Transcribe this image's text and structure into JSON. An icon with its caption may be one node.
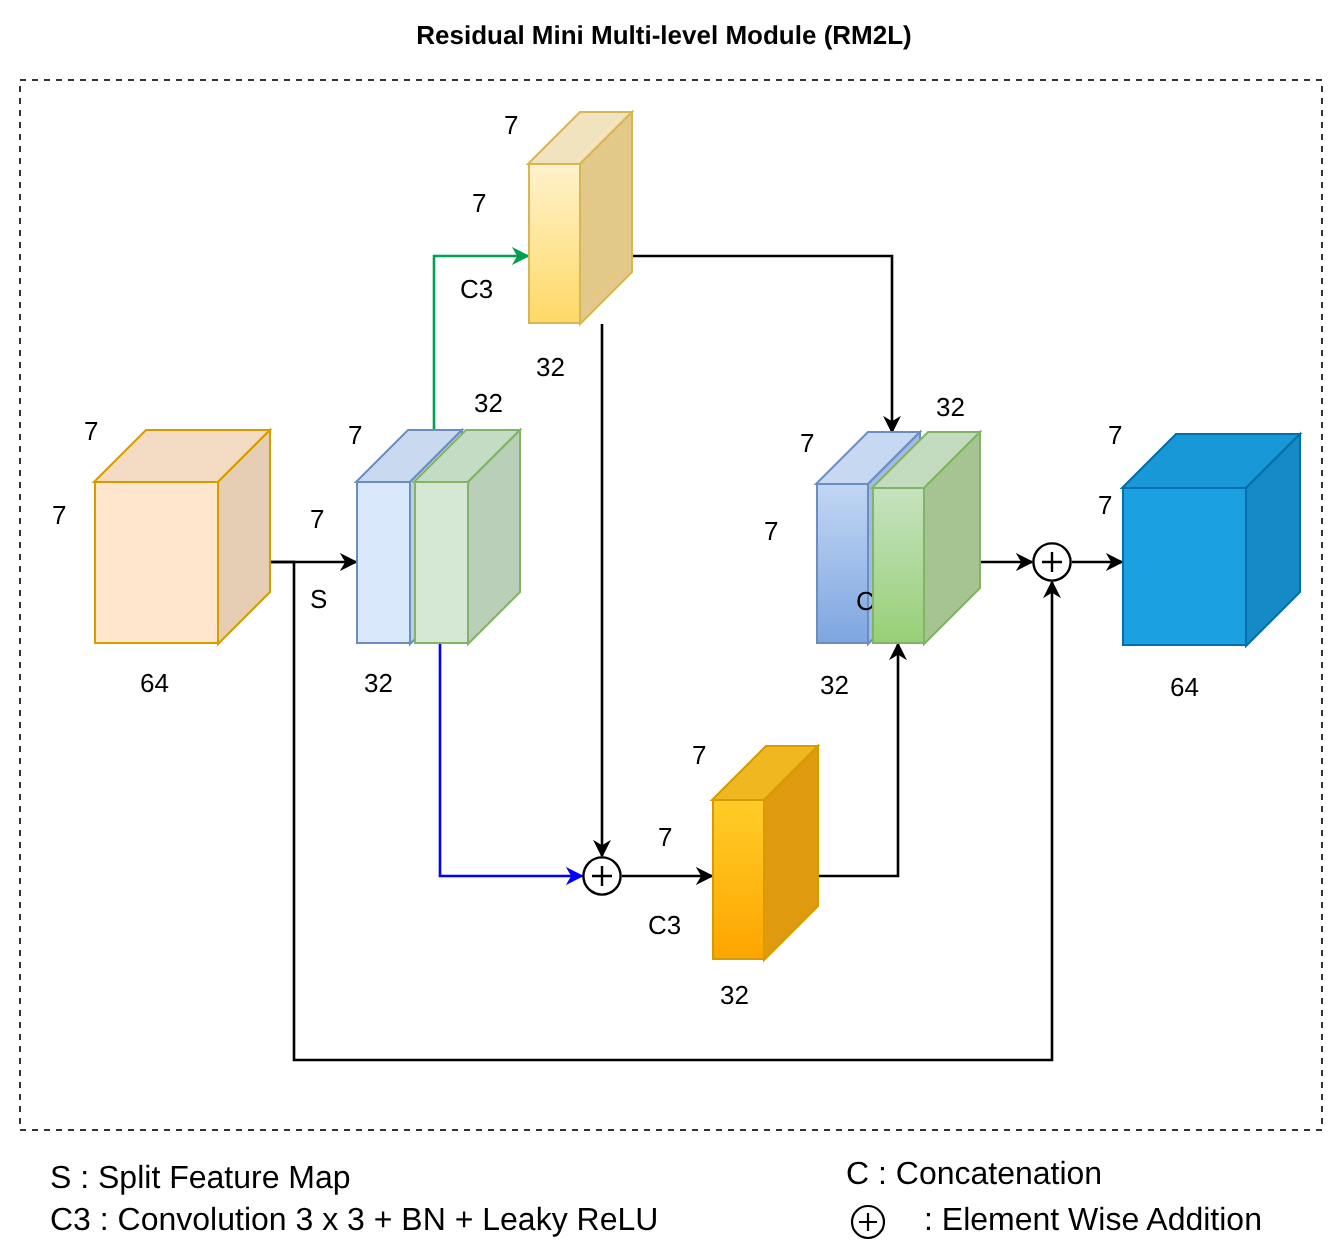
{
  "diagram": {
    "title": "Residual Mini Multi-level Module (RM2L)",
    "nodes": [
      {
        "text": [],
        "shape": "box",
        "beside": [
          "7",
          "7",
          "64"
        ]
      },
      {
        "text": [],
        "shape": "box",
        "beside": [
          "7",
          "7",
          "32"
        ]
      },
      {
        "text": [],
        "shape": "box",
        "beside": [
          "32"
        ]
      },
      {
        "text": [],
        "shape": "box",
        "beside": [
          "7",
          "7",
          "32"
        ]
      },
      {
        "text": [],
        "shape": "circle"
      },
      {
        "text": [],
        "shape": "box",
        "beside": [
          "7",
          "7",
          "32"
        ]
      },
      {
        "text": [],
        "shape": "box",
        "beside": [
          "7",
          "7",
          "32",
          "C"
        ]
      },
      {
        "text": [],
        "shape": "box",
        "beside": [
          "32"
        ]
      },
      {
        "text": [],
        "shape": "circle"
      },
      {
        "text": [],
        "shape": "box",
        "beside": [
          "7",
          "7",
          "64"
        ]
      }
    ],
    "edges": [
      {
        "from": 0,
        "to": 1,
        "arrow": "to",
        "label": "S"
      },
      {
        "from": 1,
        "to": 3,
        "arrow": "to",
        "label": "C3",
        "color": "#00a050"
      },
      {
        "from": 2,
        "to": 4,
        "arrow": "to",
        "color": "#0000ff"
      },
      {
        "from": 3,
        "to": 4,
        "arrow": "to"
      },
      {
        "from": 3,
        "to": 6,
        "arrow": "to"
      },
      {
        "from": 4,
        "to": 5,
        "arrow": "to",
        "label": "C3"
      },
      {
        "from": 5,
        "to": 7,
        "arrow": "to"
      },
      {
        "from": 7,
        "to": 8,
        "arrow": "to"
      },
      {
        "from": 0,
        "to": 8,
        "arrow": "to"
      },
      {
        "from": 8,
        "to": 9,
        "arrow": "to"
      }
    ],
    "legend": [
      {
        "text": "S : Split Feature Map"
      },
      {
        "text": "C3 : Convolution 3 x 3 + BN + Leaky ReLU"
      },
      {
        "text": "C : Concatenation"
      },
      {
        "text": ": Element Wise Addition"
      }
    ]
  }
}
